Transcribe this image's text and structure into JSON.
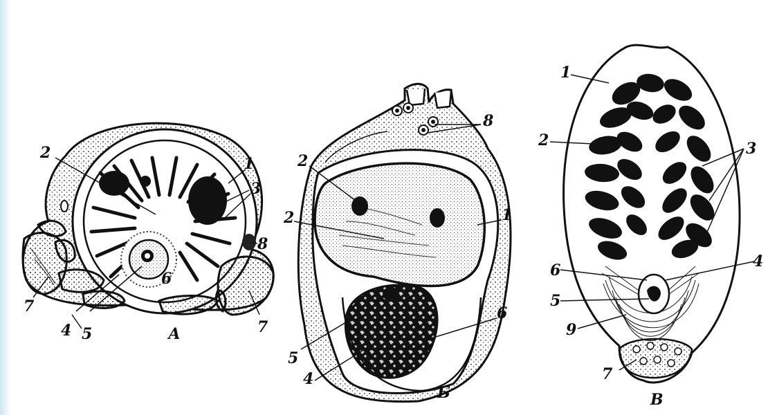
{
  "figures": [
    {
      "id": "A",
      "letter": "А",
      "labels": [
        "1",
        "2",
        "3",
        "4",
        "5",
        "6",
        "7",
        "7",
        "8"
      ]
    },
    {
      "id": "B",
      "letter": "Б",
      "labels": [
        "1",
        "2",
        "2",
        "4",
        "5",
        "6",
        "8"
      ]
    },
    {
      "id": "V",
      "letter": "В",
      "labels": [
        "1",
        "2",
        "3",
        "4",
        "5",
        "6",
        "7",
        "9"
      ]
    }
  ],
  "colors": {
    "ink": "#111111",
    "background": "#ffffff",
    "edge": "#cfe6f2"
  }
}
